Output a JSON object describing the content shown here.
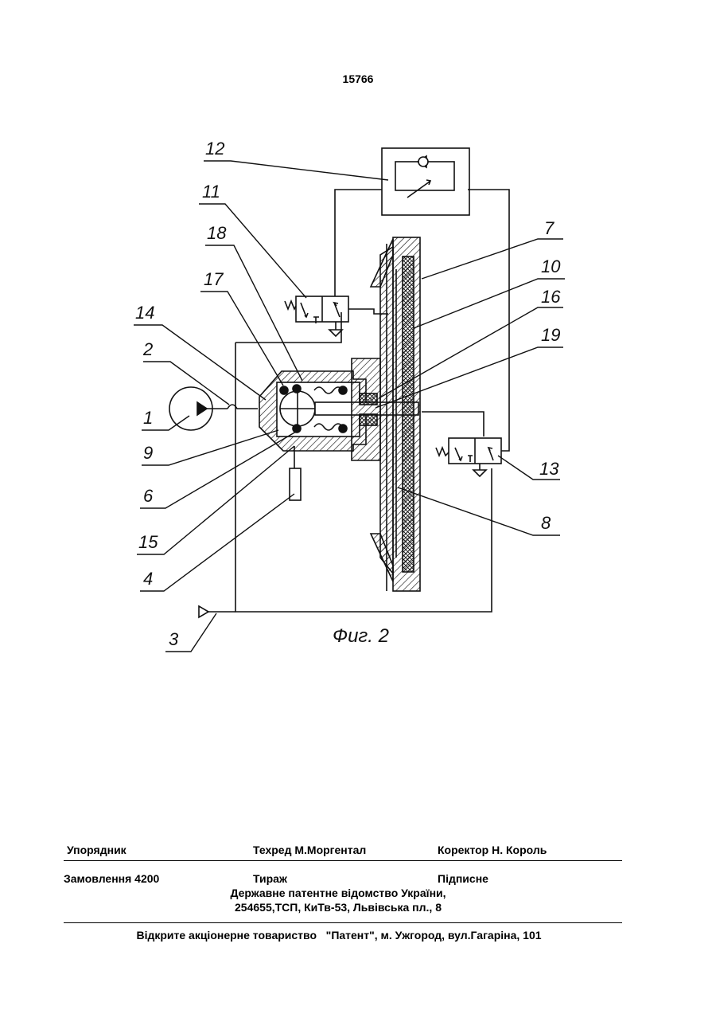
{
  "page_number": "15766",
  "figure": {
    "caption": "Фиг. 2",
    "labels": [
      "1",
      "2",
      "3",
      "4",
      "6",
      "7",
      "8",
      "9",
      "10",
      "11",
      "12",
      "13",
      "14",
      "15",
      "16",
      "17",
      "18",
      "19"
    ]
  },
  "imprint": {
    "compiler": "Упорядник",
    "tech_editor": "Техред М.Моргентал",
    "proofreader": "Коректор Н. Король",
    "order": "Замовлення 4200",
    "circulation": "Тираж",
    "subscription": "Підписне",
    "office_line1": "Державне патентне відомство України,",
    "office_line2": "254655,ТСП, КиТв-53, Львівська пл., 8",
    "publisher": "Відкрите акціонерне товариство   \"Патент\", м. Ужгород, вул.Гагаріна, 101"
  }
}
